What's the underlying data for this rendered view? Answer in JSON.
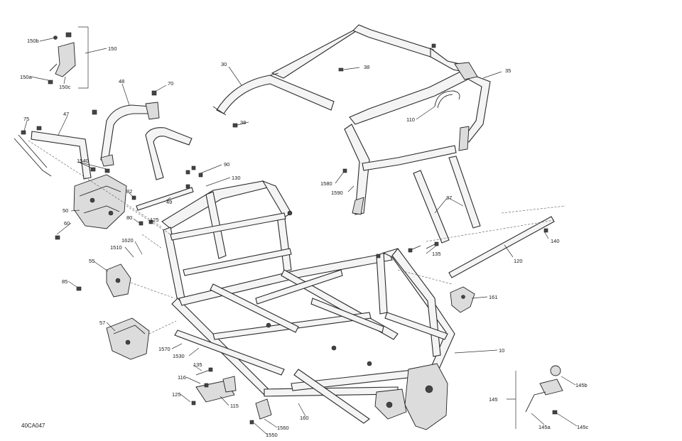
{
  "diagram_code": "40CA047",
  "callouts": [
    {
      "id": "c150b",
      "text": "150b"
    },
    {
      "id": "c150",
      "text": "150"
    },
    {
      "id": "c150a",
      "text": "150a"
    },
    {
      "id": "c150c",
      "text": "150c"
    },
    {
      "id": "c30",
      "text": "30"
    },
    {
      "id": "c38a",
      "text": "38"
    },
    {
      "id": "c38b",
      "text": "38"
    },
    {
      "id": "c35",
      "text": "35"
    },
    {
      "id": "c110",
      "text": "110"
    },
    {
      "id": "c48",
      "text": "48"
    },
    {
      "id": "c70",
      "text": "70"
    },
    {
      "id": "c75",
      "text": "75"
    },
    {
      "id": "c47",
      "text": "47"
    },
    {
      "id": "c1540",
      "text": "1540"
    },
    {
      "id": "c90",
      "text": "90"
    },
    {
      "id": "c130",
      "text": "130"
    },
    {
      "id": "c82",
      "text": "82"
    },
    {
      "id": "c49",
      "text": "49"
    },
    {
      "id": "c50",
      "text": "50"
    },
    {
      "id": "c80",
      "text": "80"
    },
    {
      "id": "c125a",
      "text": "125"
    },
    {
      "id": "c60",
      "text": "60"
    },
    {
      "id": "c1580a",
      "text": "1580"
    },
    {
      "id": "c1590",
      "text": "1590"
    },
    {
      "id": "c37",
      "text": "37"
    },
    {
      "id": "c1620",
      "text": "1620"
    },
    {
      "id": "c1510",
      "text": "1510"
    },
    {
      "id": "c55",
      "text": "55"
    },
    {
      "id": "c85",
      "text": "85"
    },
    {
      "id": "c135a",
      "text": "135"
    },
    {
      "id": "c140",
      "text": "140"
    },
    {
      "id": "c120",
      "text": "120"
    },
    {
      "id": "c161",
      "text": "161"
    },
    {
      "id": "c57",
      "text": "57"
    },
    {
      "id": "c1570",
      "text": "1570"
    },
    {
      "id": "c1530",
      "text": "1530"
    },
    {
      "id": "c10",
      "text": "10"
    },
    {
      "id": "c135b",
      "text": "135"
    },
    {
      "id": "c116",
      "text": "116"
    },
    {
      "id": "c125b",
      "text": "125"
    },
    {
      "id": "c115",
      "text": "115"
    },
    {
      "id": "c1560",
      "text": "1560"
    },
    {
      "id": "c1550",
      "text": "1550"
    },
    {
      "id": "c160",
      "text": "160"
    },
    {
      "id": "c145",
      "text": "145"
    },
    {
      "id": "c145b",
      "text": "145b"
    },
    {
      "id": "c145a",
      "text": "145a"
    },
    {
      "id": "c145c",
      "text": "145c"
    }
  ]
}
